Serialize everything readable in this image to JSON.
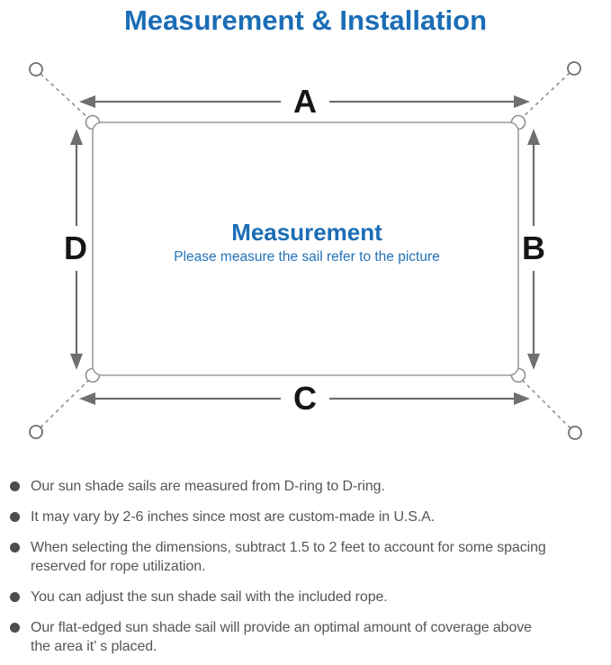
{
  "title": "Measurement & Installation",
  "diagram": {
    "side_labels": {
      "top": "A",
      "right": "B",
      "bottom": "C",
      "left": "D"
    },
    "center_heading": "Measurement",
    "center_subtitle": "Please measure the sail refer to the picture"
  },
  "notes": [
    {
      "text": "Our sun shade sails are measured from D-ring to D-ring."
    },
    {
      "text": "It may vary by 2-6 inches since most are custom-made in U.S.A."
    },
    {
      "text": "When selecting the dimensions, subtract 1.5 to 2 feet to account for some spacing\nreserved for rope utilization."
    },
    {
      "text": "You can adjust the sun shade sail with the included rope."
    },
    {
      "text": "Our flat-edged sun shade sail will provide an optimal amount of coverage above\nthe area it’ s placed."
    }
  ],
  "colors": {
    "accent_blue": "#1b6db6",
    "subtitle_blue": "#2273b9",
    "outline_gray": "#9c9c9c",
    "arrow_gray": "#6f6f6f",
    "body_text_gray": "#565659",
    "label_black": "#161616"
  }
}
